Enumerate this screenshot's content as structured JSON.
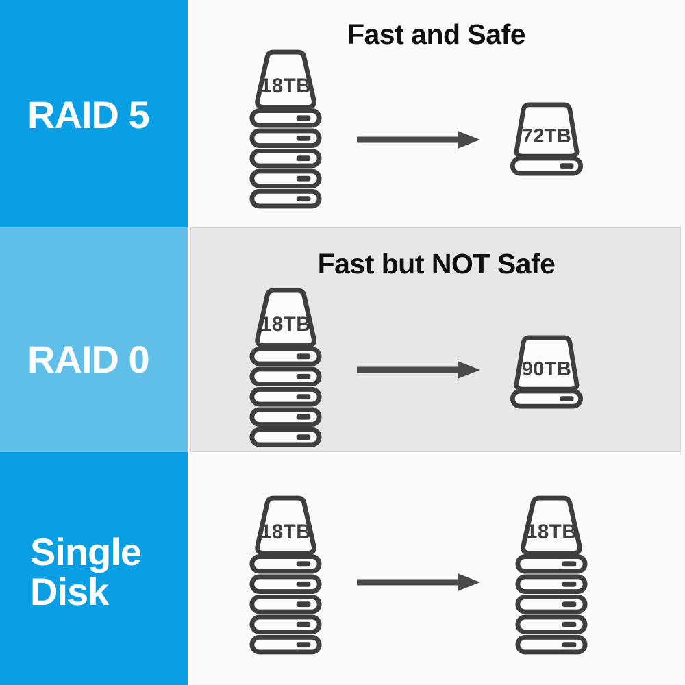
{
  "colors": {
    "sidebar_blue": "#0A9EE5",
    "sidebar_light_blue": "#5FBFE8",
    "highlight_band_gray": "#E7E7E7",
    "background": "#FAFAFA",
    "icon_stroke": "#3E3E3E",
    "arrow": "#4A4A4A",
    "title_text": "#101010",
    "sidebar_text": "#FFFFFF"
  },
  "sidebar": {
    "items": [
      {
        "label": "RAID 5"
      },
      {
        "label": "RAID 0"
      },
      {
        "label": "Single Disk"
      }
    ]
  },
  "sections": [
    {
      "row_label": "RAID 5",
      "title": "Fast and Safe",
      "highlighted": false,
      "source_disk": {
        "kind": "disk-stack",
        "capacity": "18TB",
        "stacked_slices": 5
      },
      "arrow": "right-arrow",
      "result_disk": {
        "kind": "single-disk",
        "capacity": "72TB"
      }
    },
    {
      "row_label": "RAID 0",
      "title": "Fast but NOT Safe",
      "highlighted": true,
      "source_disk": {
        "kind": "disk-stack",
        "capacity": "18TB",
        "stacked_slices": 5
      },
      "arrow": "right-arrow",
      "result_disk": {
        "kind": "single-disk",
        "capacity": "90TB"
      }
    },
    {
      "row_label": "Single Disk",
      "title": "",
      "highlighted": false,
      "source_disk": {
        "kind": "disk-stack",
        "capacity": "18TB",
        "stacked_slices": 5
      },
      "arrow": "right-arrow",
      "result_disk": {
        "kind": "disk-stack",
        "capacity": "18TB",
        "stacked_slices": 5
      }
    }
  ]
}
